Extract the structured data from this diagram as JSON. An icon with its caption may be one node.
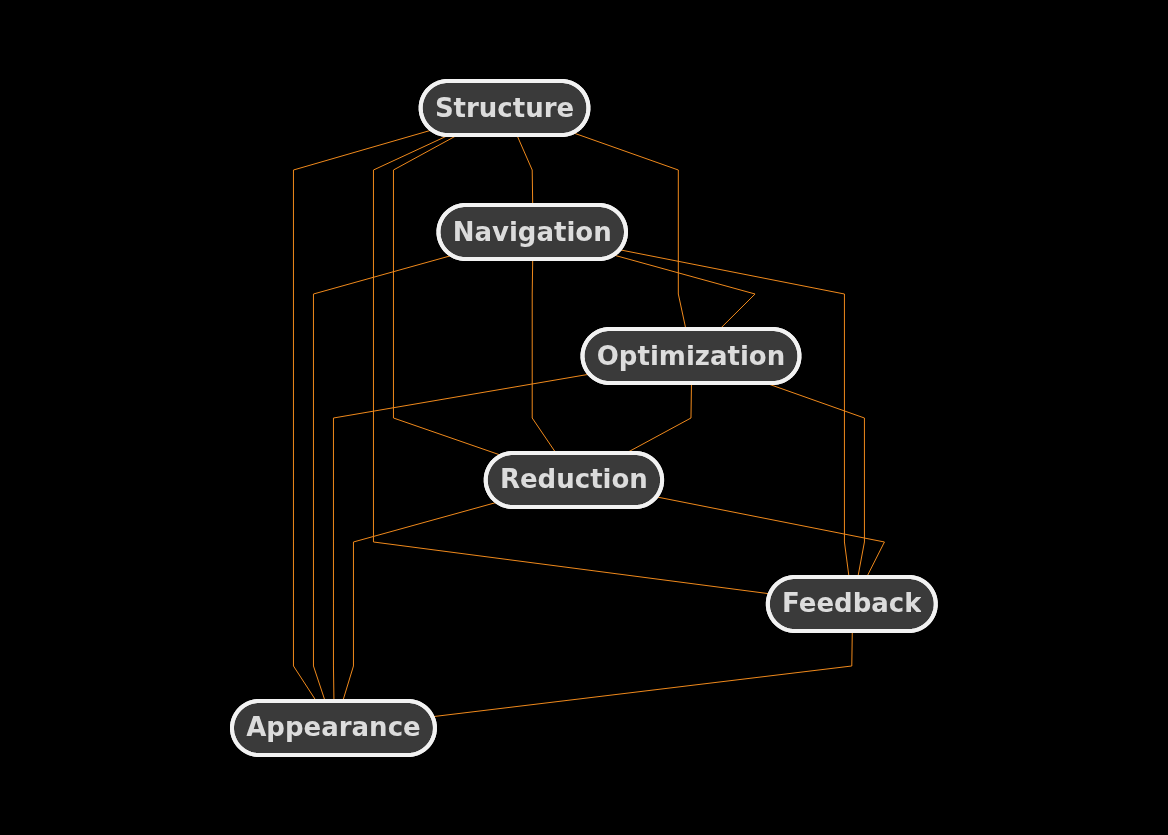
{
  "diagram": {
    "nodes": [
      {
        "text": [
          "Structure"
        ]
      },
      {
        "text": [
          "Navigation"
        ]
      },
      {
        "text": [
          "Optimization"
        ]
      },
      {
        "text": [
          "Reduction"
        ]
      },
      {
        "text": [
          "Feedback"
        ]
      },
      {
        "text": [
          "Appearance"
        ]
      }
    ],
    "edges": [
      {
        "from": 0,
        "to": 1,
        "arrow": "none"
      },
      {
        "from": 0,
        "to": 2,
        "arrow": "none"
      },
      {
        "from": 0,
        "to": 3,
        "arrow": "none"
      },
      {
        "from": 0,
        "to": 4,
        "arrow": "none"
      },
      {
        "from": 0,
        "to": 5,
        "arrow": "none"
      },
      {
        "from": 1,
        "to": 2,
        "arrow": "none"
      },
      {
        "from": 1,
        "to": 3,
        "arrow": "none"
      },
      {
        "from": 1,
        "to": 4,
        "arrow": "none"
      },
      {
        "from": 1,
        "to": 5,
        "arrow": "none"
      },
      {
        "from": 2,
        "to": 3,
        "arrow": "none"
      },
      {
        "from": 2,
        "to": 4,
        "arrow": "none"
      },
      {
        "from": 2,
        "to": 5,
        "arrow": "none"
      },
      {
        "from": 3,
        "to": 4,
        "arrow": "none"
      },
      {
        "from": 3,
        "to": 5,
        "arrow": "none"
      },
      {
        "from": 4,
        "to": 5,
        "arrow": "none"
      }
    ]
  }
}
